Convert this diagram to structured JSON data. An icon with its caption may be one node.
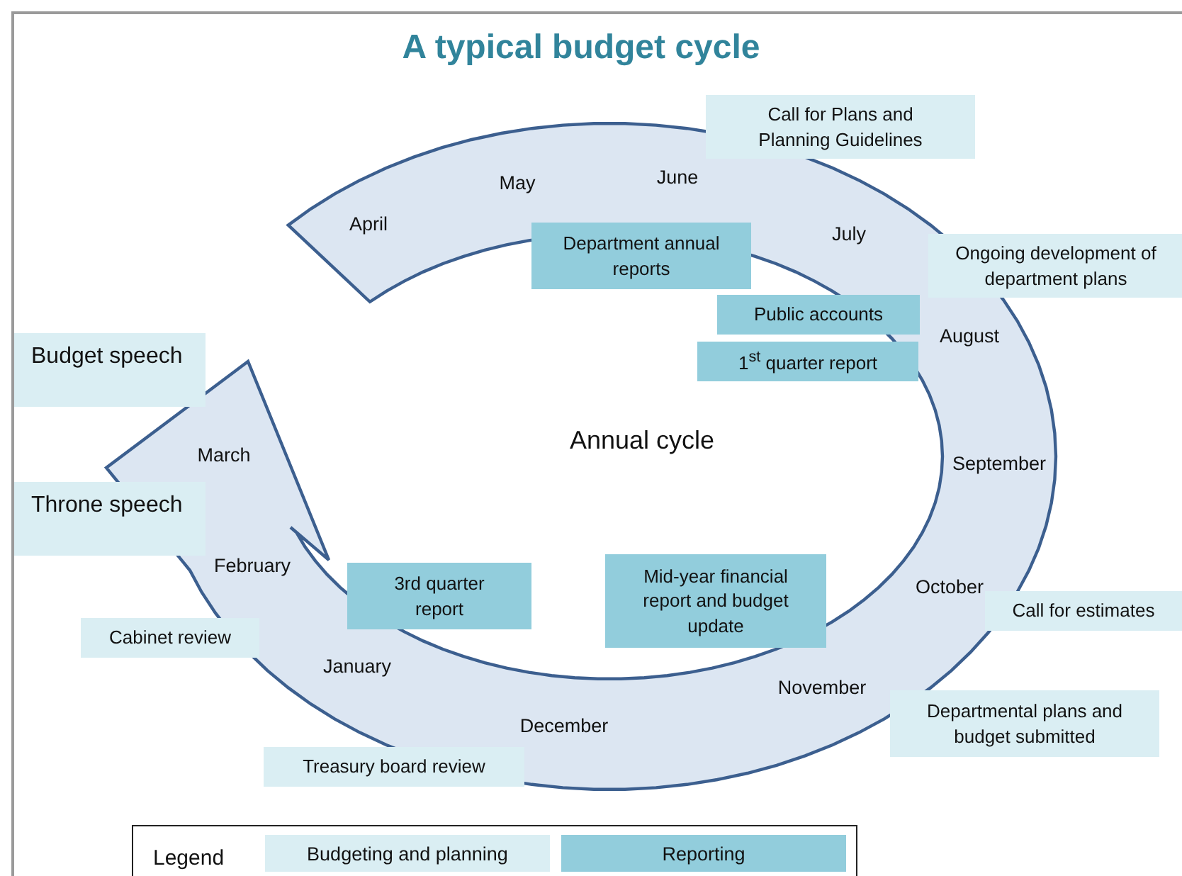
{
  "diagram": {
    "title": "A typical budget cycle",
    "nodes": [
      {
        "text": [
          "Call for Plans and Planning Guidelines"
        ]
      },
      {
        "text": [
          "Department annual reports"
        ]
      },
      {
        "text": [
          "Ongoing development of department plans"
        ]
      },
      {
        "text": [
          "Public accounts"
        ]
      },
      {
        "text": [
          "1$^{st}$ quarter report"
        ]
      },
      {
        "text": [
          "Budget speech"
        ]
      },
      {
        "text": [
          "Throne speech"
        ]
      },
      {
        "text": [
          "3rd quarter report"
        ]
      },
      {
        "text": [
          "Mid-year financial report and budget update"
        ]
      },
      {
        "text": [
          "Cabinet review"
        ]
      },
      {
        "text": [
          "Call for estimates"
        ]
      },
      {
        "text": [
          "Departmental plans and budget submitted"
        ]
      },
      {
        "text": [
          "Treasury board review"
        ]
      }
    ],
    "labels": [
      "April",
      "May",
      "June",
      "July",
      "August",
      "September",
      "October",
      "November",
      "December",
      "January",
      "February",
      "March",
      "Annual cycle",
      "Legend"
    ],
    "legend": [
      {
        "text": "Budgeting and planning",
        "color": "#daeef3"
      },
      {
        "text": "Reporting",
        "color": "#92cddc"
      }
    ]
  }
}
